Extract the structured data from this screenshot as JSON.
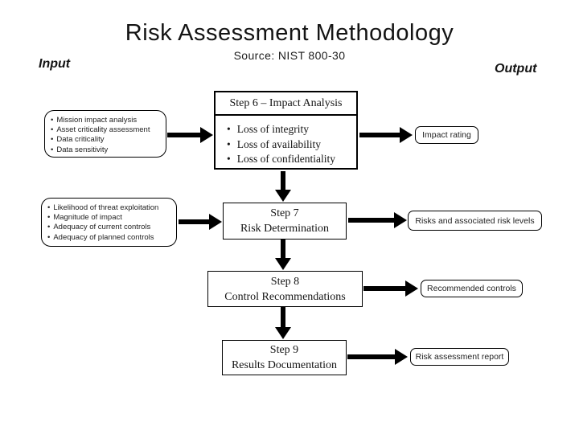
{
  "colors": {
    "ink": "#111111",
    "background": "#ffffff"
  },
  "slide": {
    "title": "Risk Assessment Methodology",
    "subtitle": "Source: NIST 800-30"
  },
  "column_labels": {
    "input": "Input",
    "output": "Output"
  },
  "flow": {
    "steps": [
      {
        "title": "Step 6 – Impact Analysis",
        "details": [
          "Loss of integrity",
          "Loss of availability",
          "Loss of confidentiality"
        ],
        "inputs": [
          "Mission impact analysis",
          "Asset criticality assessment",
          "Data criticality",
          "Data sensitivity"
        ],
        "output": "Impact rating"
      },
      {
        "title_line1": "Step 7",
        "title_line2": "Risk Determination",
        "inputs": [
          "Likelihood of threat exploitation",
          "Magnitude of impact",
          "Adequacy of current controls",
          "Adequacy of planned controls"
        ],
        "output": "Risks and associated risk levels"
      },
      {
        "title_line1": "Step 8",
        "title_line2": "Control Recommendations",
        "output": "Recommended controls"
      },
      {
        "title_line1": "Step 9",
        "title_line2": "Results Documentation",
        "output": "Risk assessment report"
      }
    ]
  }
}
